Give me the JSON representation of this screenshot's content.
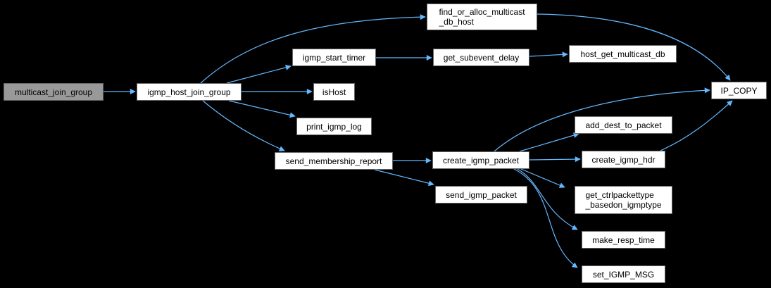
{
  "diagram": {
    "type": "call-graph",
    "colors": {
      "background": "#000000",
      "edge": "#63b8ff",
      "node_fill": "#ffffff",
      "root_fill": "#999999",
      "node_border": "#666666"
    },
    "nodes": [
      {
        "id": "multicast_join_group",
        "label": "multicast_join_group",
        "root": true
      },
      {
        "id": "igmp_host_join_group",
        "label": "igmp_host_join_group"
      },
      {
        "id": "find_or_alloc_multicast_db_host",
        "label": "find_or_alloc_multicast\n_db_host"
      },
      {
        "id": "igmp_start_timer",
        "label": "igmp_start_timer"
      },
      {
        "id": "isHost",
        "label": "isHost"
      },
      {
        "id": "print_igmp_log",
        "label": "print_igmp_log"
      },
      {
        "id": "send_membership_report",
        "label": "send_membership_report"
      },
      {
        "id": "get_subevent_delay",
        "label": "get_subevent_delay"
      },
      {
        "id": "host_get_multicast_db",
        "label": "host_get_multicast_db"
      },
      {
        "id": "create_igmp_packet",
        "label": "create_igmp_packet"
      },
      {
        "id": "send_igmp_packet",
        "label": "send_igmp_packet"
      },
      {
        "id": "IP_COPY",
        "label": "IP_COPY"
      },
      {
        "id": "add_dest_to_packet",
        "label": "add_dest_to_packet"
      },
      {
        "id": "create_igmp_hdr",
        "label": "create_igmp_hdr"
      },
      {
        "id": "get_ctrlpackettype_basedon_igmptype",
        "label": "get_ctrlpackettype\n_basedon_igmptype"
      },
      {
        "id": "make_resp_time",
        "label": "make_resp_time"
      },
      {
        "id": "set_IGMP_MSG",
        "label": "set_IGMP_MSG"
      }
    ],
    "edges": [
      {
        "from": "multicast_join_group",
        "to": "igmp_host_join_group"
      },
      {
        "from": "igmp_host_join_group",
        "to": "find_or_alloc_multicast_db_host"
      },
      {
        "from": "igmp_host_join_group",
        "to": "igmp_start_timer"
      },
      {
        "from": "igmp_host_join_group",
        "to": "isHost"
      },
      {
        "from": "igmp_host_join_group",
        "to": "print_igmp_log"
      },
      {
        "from": "igmp_host_join_group",
        "to": "send_membership_report"
      },
      {
        "from": "igmp_start_timer",
        "to": "get_subevent_delay"
      },
      {
        "from": "get_subevent_delay",
        "to": "host_get_multicast_db"
      },
      {
        "from": "find_or_alloc_multicast_db_host",
        "to": "IP_COPY"
      },
      {
        "from": "send_membership_report",
        "to": "create_igmp_packet"
      },
      {
        "from": "send_membership_report",
        "to": "send_igmp_packet"
      },
      {
        "from": "create_igmp_packet",
        "to": "IP_COPY"
      },
      {
        "from": "create_igmp_packet",
        "to": "add_dest_to_packet"
      },
      {
        "from": "create_igmp_packet",
        "to": "create_igmp_hdr"
      },
      {
        "from": "create_igmp_packet",
        "to": "get_ctrlpackettype_basedon_igmptype"
      },
      {
        "from": "create_igmp_packet",
        "to": "make_resp_time"
      },
      {
        "from": "create_igmp_packet",
        "to": "set_IGMP_MSG"
      },
      {
        "from": "create_igmp_hdr",
        "to": "IP_COPY"
      }
    ]
  }
}
